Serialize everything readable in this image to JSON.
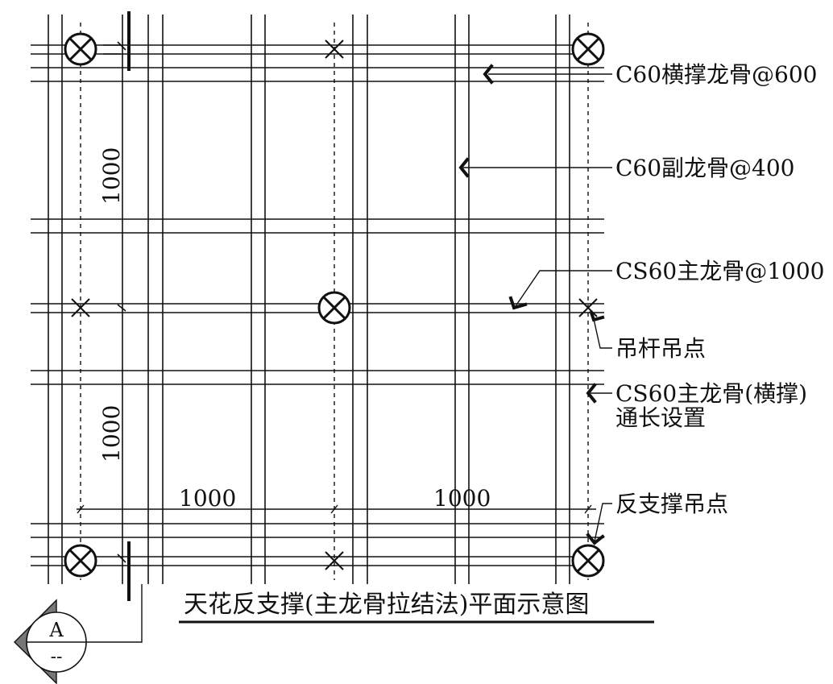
{
  "labels": {
    "cross_support": "C60横撑龙骨@600",
    "secondary_joist": "C60副龙骨@400",
    "main_joist": "CS60主龙骨@1000",
    "hanger_point": "吊杆吊点",
    "main_cross_line1": "CS60主龙骨(横撑)",
    "main_cross_line2": "通长设置",
    "reverse_support_point": "反支撑吊点"
  },
  "dimensions": {
    "vertical_top": "1000",
    "vertical_bottom": "1000",
    "horizontal_left": "1000",
    "horizontal_right": "1000"
  },
  "title": "天花反支撑(主龙骨拉结法)平面示意图",
  "section_marker": {
    "letter": "A",
    "sub": "--"
  }
}
